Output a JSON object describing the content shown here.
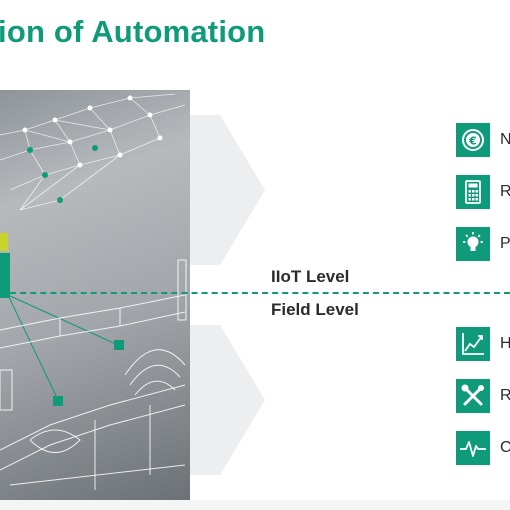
{
  "slide": {
    "title": "ion of Automation",
    "level_upper": "IIoT Level",
    "level_lower": "Field Level"
  },
  "benefits_upper": [
    {
      "label": "N",
      "icon": "euro-icon"
    },
    {
      "label": "R",
      "icon": "calculator-icon"
    },
    {
      "label": "P",
      "icon": "lightbulb-icon"
    }
  ],
  "benefits_lower": [
    {
      "label": "H",
      "icon": "trend-chart-icon"
    },
    {
      "label": "R",
      "icon": "tools-icon"
    },
    {
      "label": "C",
      "icon": "heartbeat-icon"
    }
  ],
  "colors": {
    "accent": "#0f9a7a",
    "text": "#2b2b2b",
    "scene_grey": "#a3a7ab",
    "highlight_yellow": "#c8d42e"
  }
}
